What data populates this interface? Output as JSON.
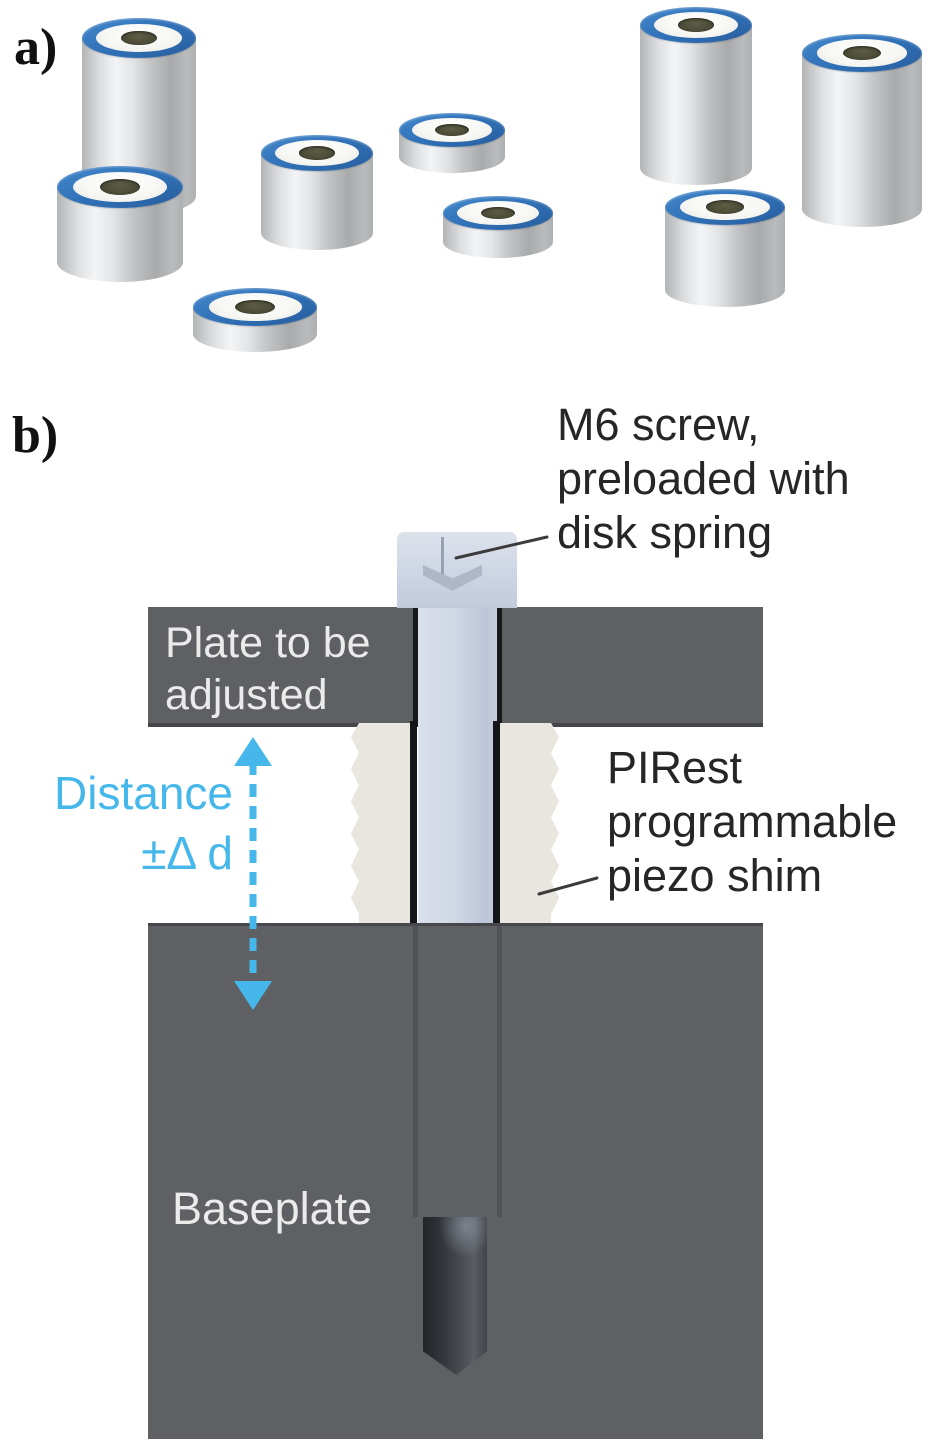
{
  "panels": {
    "a": {
      "label": "a)"
    },
    "b": {
      "label": "b)"
    }
  },
  "annotations": {
    "m6": {
      "line1": "M6 screw,",
      "line2": "preloaded with",
      "line3": "disk spring"
    },
    "plate": {
      "line1": "Plate to be",
      "line2": "adjusted"
    },
    "distance": {
      "line1": "Distance",
      "line2": "±Δ d"
    },
    "shim": {
      "line1": "PIRest",
      "line2": "programmable",
      "line3": "piezo shim"
    },
    "baseplate": {
      "label": "Baseplate"
    }
  },
  "colors": {
    "ring_blue": "#3273b9",
    "distance_blue": "#45b7ea",
    "plate_gray": "#5f6064",
    "screw_silver_blue": "#ccd4e3",
    "shim_offwhite": "#e9e6df",
    "thread_dark": "#3a3d42",
    "annotation_text": "#262626",
    "plate_text": "#ebebeb"
  }
}
